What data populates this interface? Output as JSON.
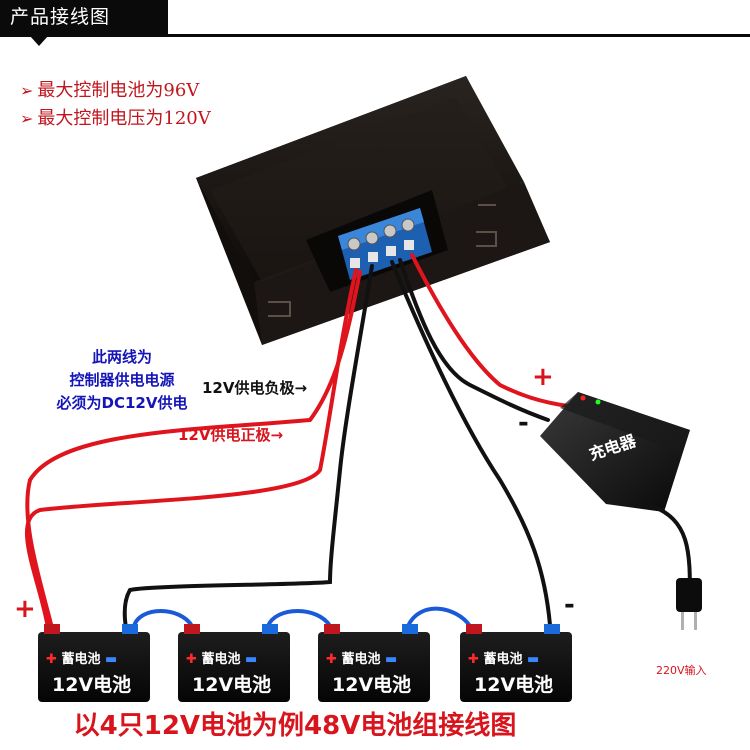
{
  "header": {
    "title": "产品接线图"
  },
  "specs": [
    {
      "text": "最大控制电池为96V"
    },
    {
      "text": "最大控制电压为120V"
    }
  ],
  "notes": {
    "power_note_lines": [
      "此两线为",
      "控制器供电电源",
      "必须为DC12V供电"
    ]
  },
  "labels": {
    "negative_supply": "12V供电负极→",
    "positive_supply": "12V供电正极→",
    "plus": "+",
    "minus": "-",
    "charger": "充电器",
    "mains_input": "220V输入"
  },
  "batteries": [
    {
      "tag": "蓄电池",
      "name": "12V电池"
    },
    {
      "tag": "蓄电池",
      "name": "12V电池"
    },
    {
      "tag": "蓄电池",
      "name": "12V电池"
    },
    {
      "tag": "蓄电池",
      "name": "12V电池"
    }
  ],
  "footer": {
    "caption": "以4只12V电池为例48V电池组接线图"
  },
  "colors": {
    "red_text": "#c0161e",
    "blue_text": "#1414b8",
    "wire_red": "#e0141c",
    "wire_blue": "#1a5ad8"
  }
}
